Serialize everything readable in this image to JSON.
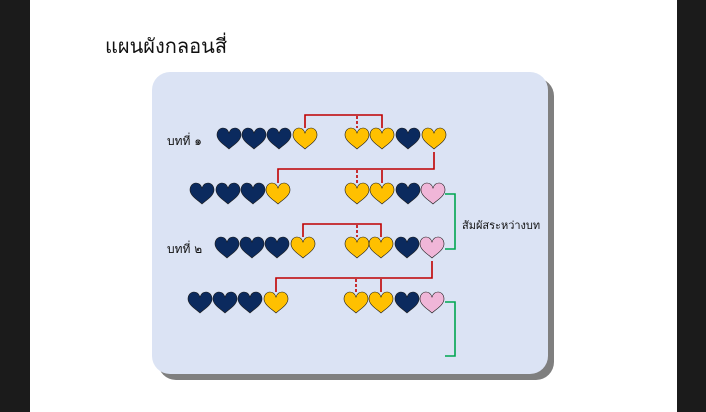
{
  "title": "แผนผังกลอนสี่",
  "labels": {
    "stanza1": "บทที่ ๑",
    "stanza2": "บทที่ ๒",
    "between_stanzas": "สัมผัสระหว่างบท"
  },
  "colors": {
    "page": "#ffffff",
    "frame": "#1b1b1b",
    "panel": "#dbe3f4",
    "panel_shadow": "#7f7f7f",
    "navy_heart": "#0b2a5e",
    "gold_heart": "#ffc000",
    "pink_heart": "#f0b6d8",
    "rhyme_line": "#c00000",
    "stanza_rhyme_line": "#00a650"
  },
  "rows": [
    {
      "label_key": "stanza1",
      "hearts": [
        "navy",
        "navy",
        "navy",
        "gold",
        "gold",
        "gold",
        "navy",
        "gold"
      ]
    },
    {
      "label_key": "",
      "hearts": [
        "navy",
        "navy",
        "navy",
        "gold",
        "gold",
        "gold",
        "navy",
        "pink"
      ]
    },
    {
      "label_key": "stanza2",
      "hearts": [
        "navy",
        "navy",
        "navy",
        "gold",
        "gold",
        "gold",
        "navy",
        "pink"
      ]
    },
    {
      "label_key": "",
      "hearts": [
        "navy",
        "navy",
        "navy",
        "gold",
        "gold",
        "gold",
        "navy",
        "pink"
      ]
    }
  ]
}
